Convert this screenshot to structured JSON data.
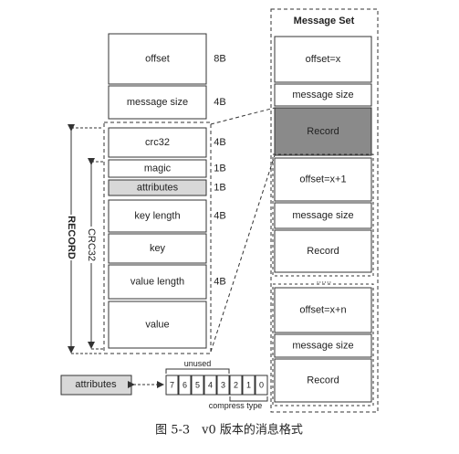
{
  "diagram": {
    "left_fields": [
      {
        "label": "offset",
        "size": "8B"
      },
      {
        "label": "message size",
        "size": "4B"
      }
    ],
    "record_fields": [
      {
        "label": "crc32",
        "size": "4B",
        "shaded": false
      },
      {
        "label": "magic",
        "size": "1B",
        "shaded": false
      },
      {
        "label": "attributes",
        "size": "1B",
        "shaded": true
      },
      {
        "label": "key length",
        "size": "4B",
        "shaded": false
      },
      {
        "label": "key",
        "size": "",
        "shaded": false
      },
      {
        "label": "value length",
        "size": "4B",
        "shaded": false
      },
      {
        "label": "value",
        "size": "",
        "shaded": false
      }
    ],
    "record_label": "RECORD",
    "crc_label": "CRC32",
    "message_set": {
      "title": "Message Set",
      "groups": [
        [
          {
            "label": "offset=x",
            "highlight": false
          },
          {
            "label": "message size",
            "highlight": false
          },
          {
            "label": "Record",
            "highlight": true
          }
        ],
        [
          {
            "label": "offset=x+1",
            "highlight": false
          },
          {
            "label": "message size",
            "highlight": false
          },
          {
            "label": "Record",
            "highlight": false
          }
        ],
        [
          {
            "label": "offset=x+n",
            "highlight": false
          },
          {
            "label": "message size",
            "highlight": false
          },
          {
            "label": "Record",
            "highlight": false
          }
        ]
      ],
      "ellipsis": "......"
    },
    "attributes_box": "attributes",
    "bits": [
      "7",
      "6",
      "5",
      "4",
      "3",
      "2",
      "1",
      "0"
    ],
    "unused_label": "unused",
    "compress_label": "compress type",
    "caption": "图 5-3　v0 版本的消息格式"
  },
  "colors": {
    "line": "#333333",
    "shade": "#d8d8d8",
    "highlight": "#8a8a8a",
    "background": "#ffffff"
  }
}
